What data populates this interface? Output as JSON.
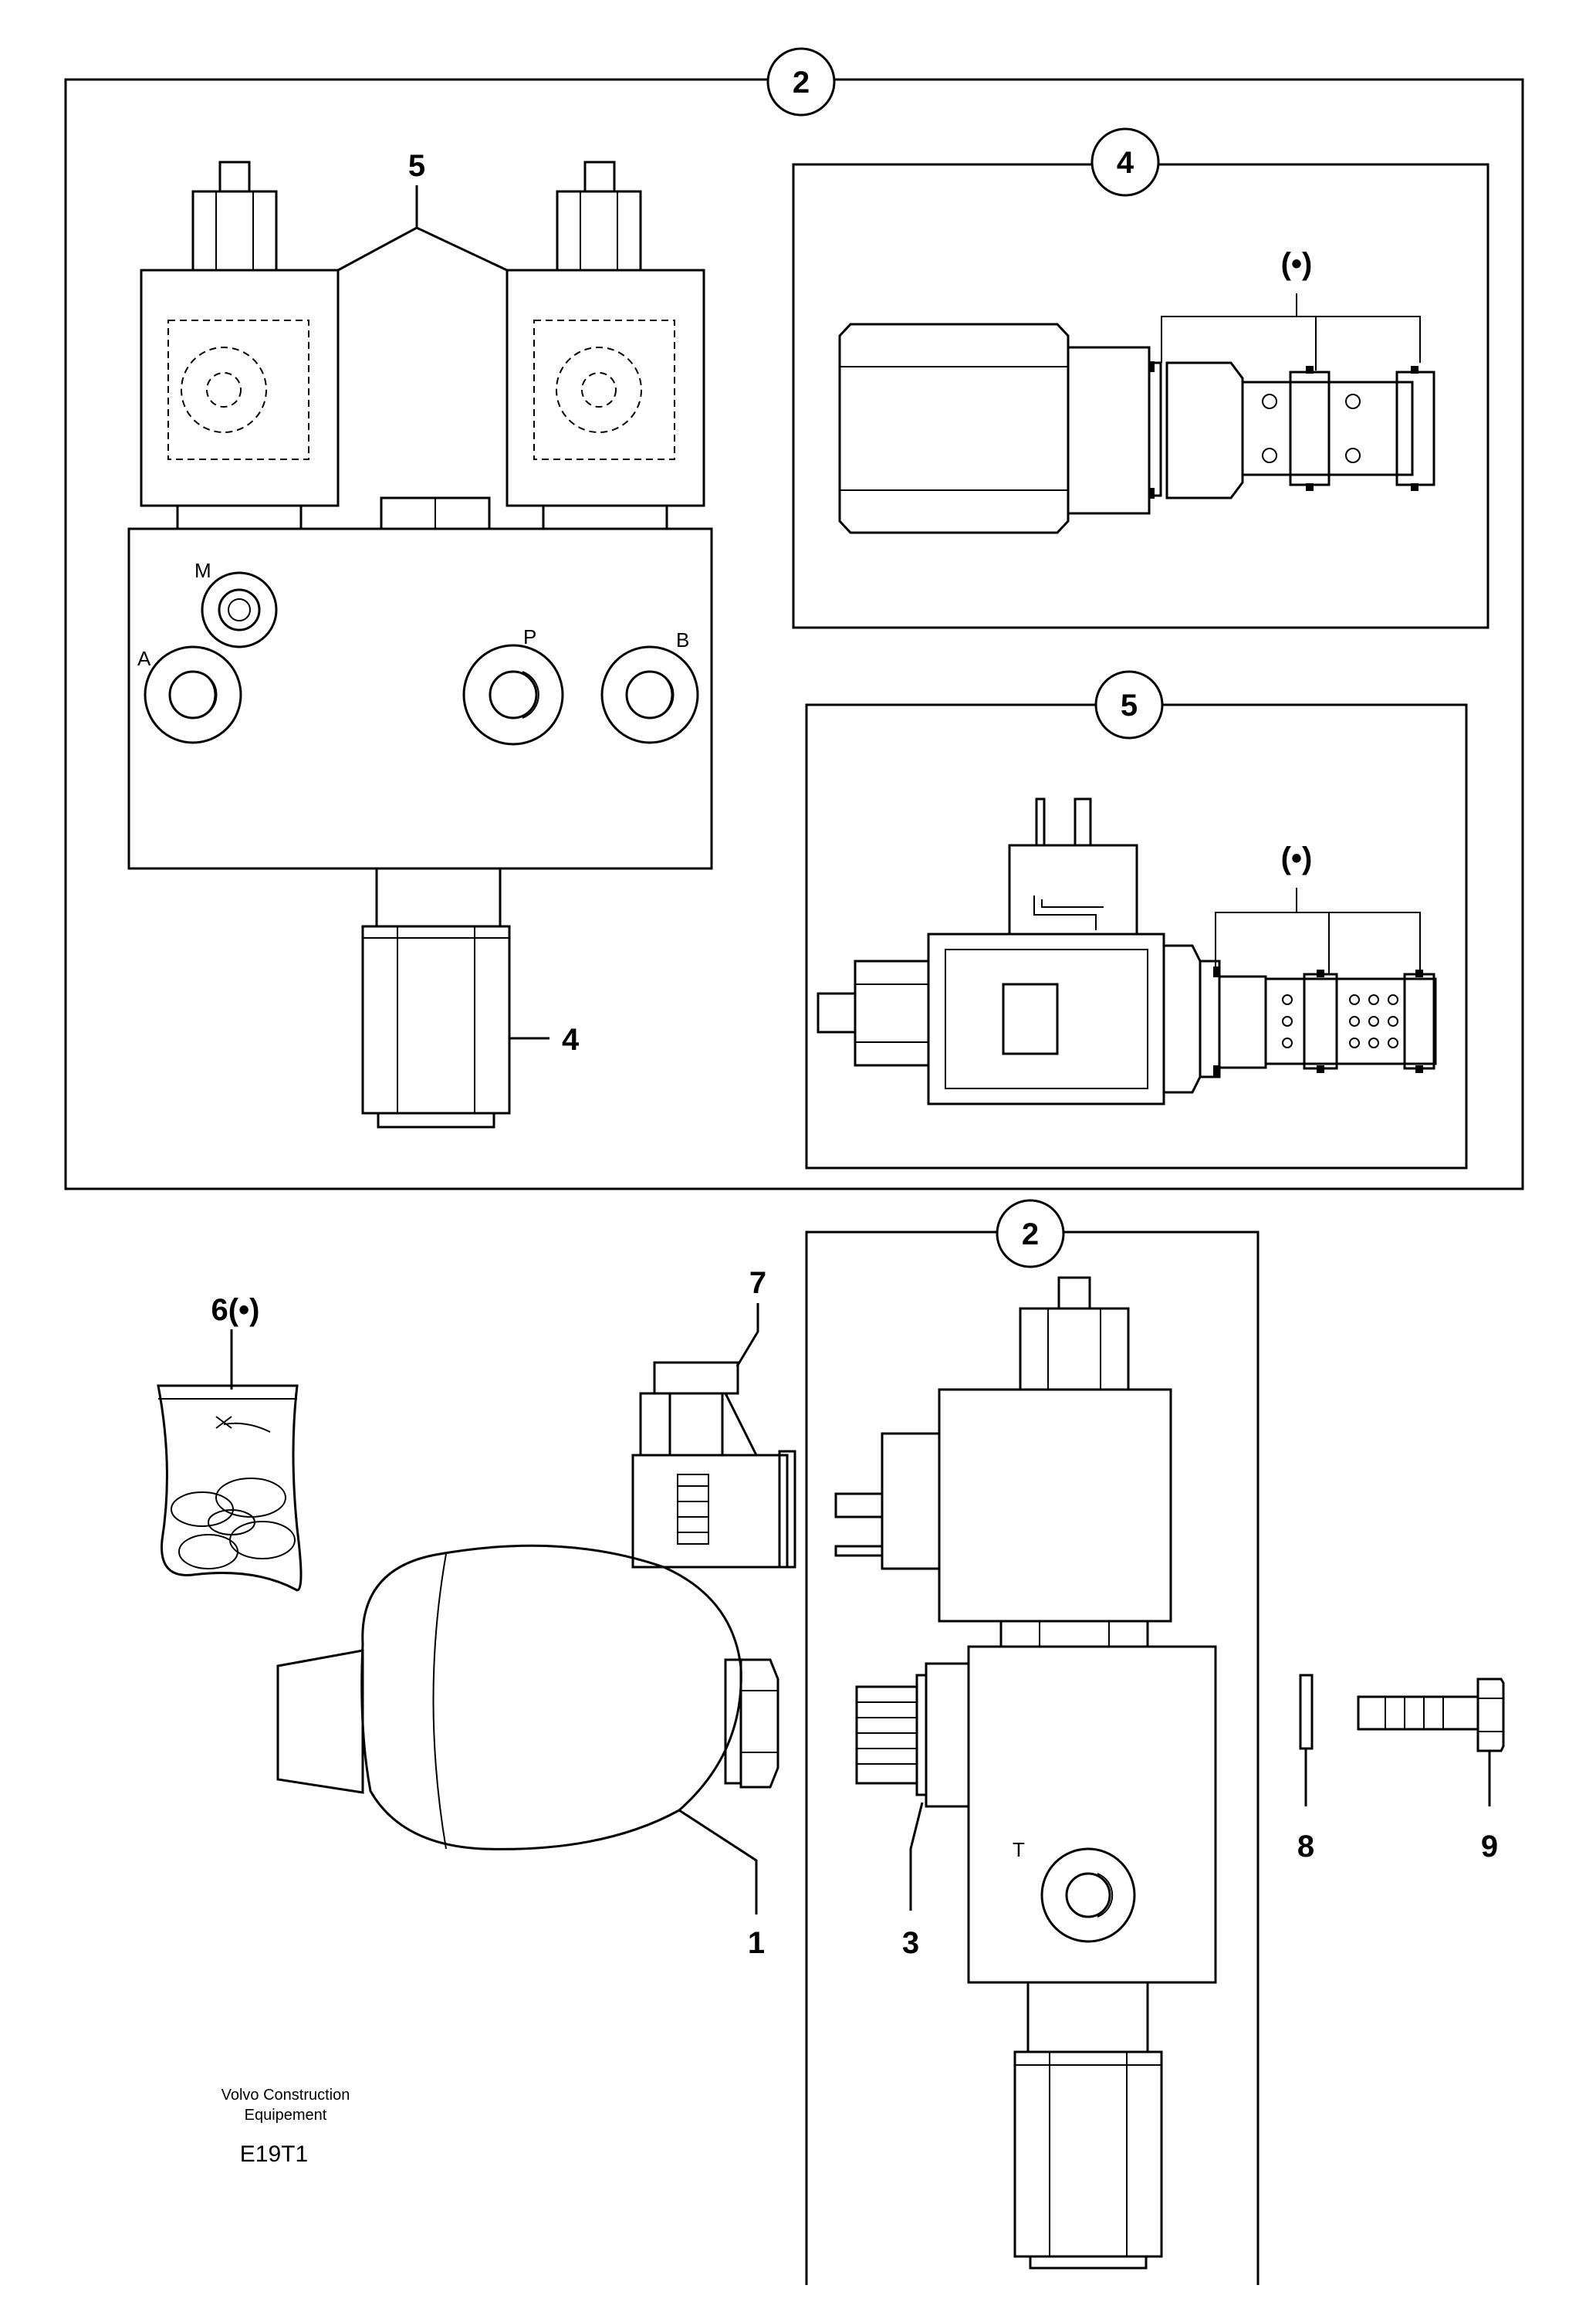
{
  "callouts": {
    "main_assembly": "2",
    "lower_assembly": "2",
    "detail_cartridge": "4",
    "detail_solenoid_valve": "5"
  },
  "labels": {
    "solenoids": "5",
    "cartridge": "4",
    "kit_bag": "6(•)",
    "connector": "7",
    "accumulator": "1",
    "fitting": "3",
    "washer": "8",
    "screw": "9",
    "detail4_seals": "(•)",
    "detail5_seals": "(•)"
  },
  "ports": {
    "m": "M",
    "a": "A",
    "p": "P",
    "b": "B",
    "t": "T"
  },
  "credit": {
    "line1": "Volvo Construction",
    "line2": "Equipement",
    "code": "E19T1"
  }
}
